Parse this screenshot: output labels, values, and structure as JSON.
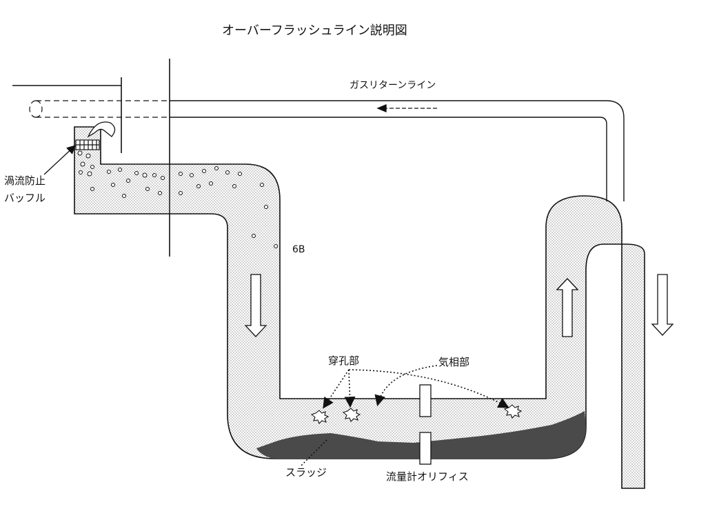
{
  "diagram": {
    "title": "オーバーフラッシュライン説明図",
    "labels": {
      "gas_return_line": "ガスリターンライン",
      "vortex_baffle_line1": "渦流防止",
      "vortex_baffle_line2": "バッフル",
      "pipe_size": "6B",
      "perforation": "穿孔部",
      "gas_phase": "気相部",
      "sludge": "スラッジ",
      "flowmeter_orifice": "流量計オリフィス"
    },
    "colors": {
      "line": "#111111",
      "fluid_dot": "#8a8a8a",
      "sludge": "#4a4a4a"
    }
  }
}
